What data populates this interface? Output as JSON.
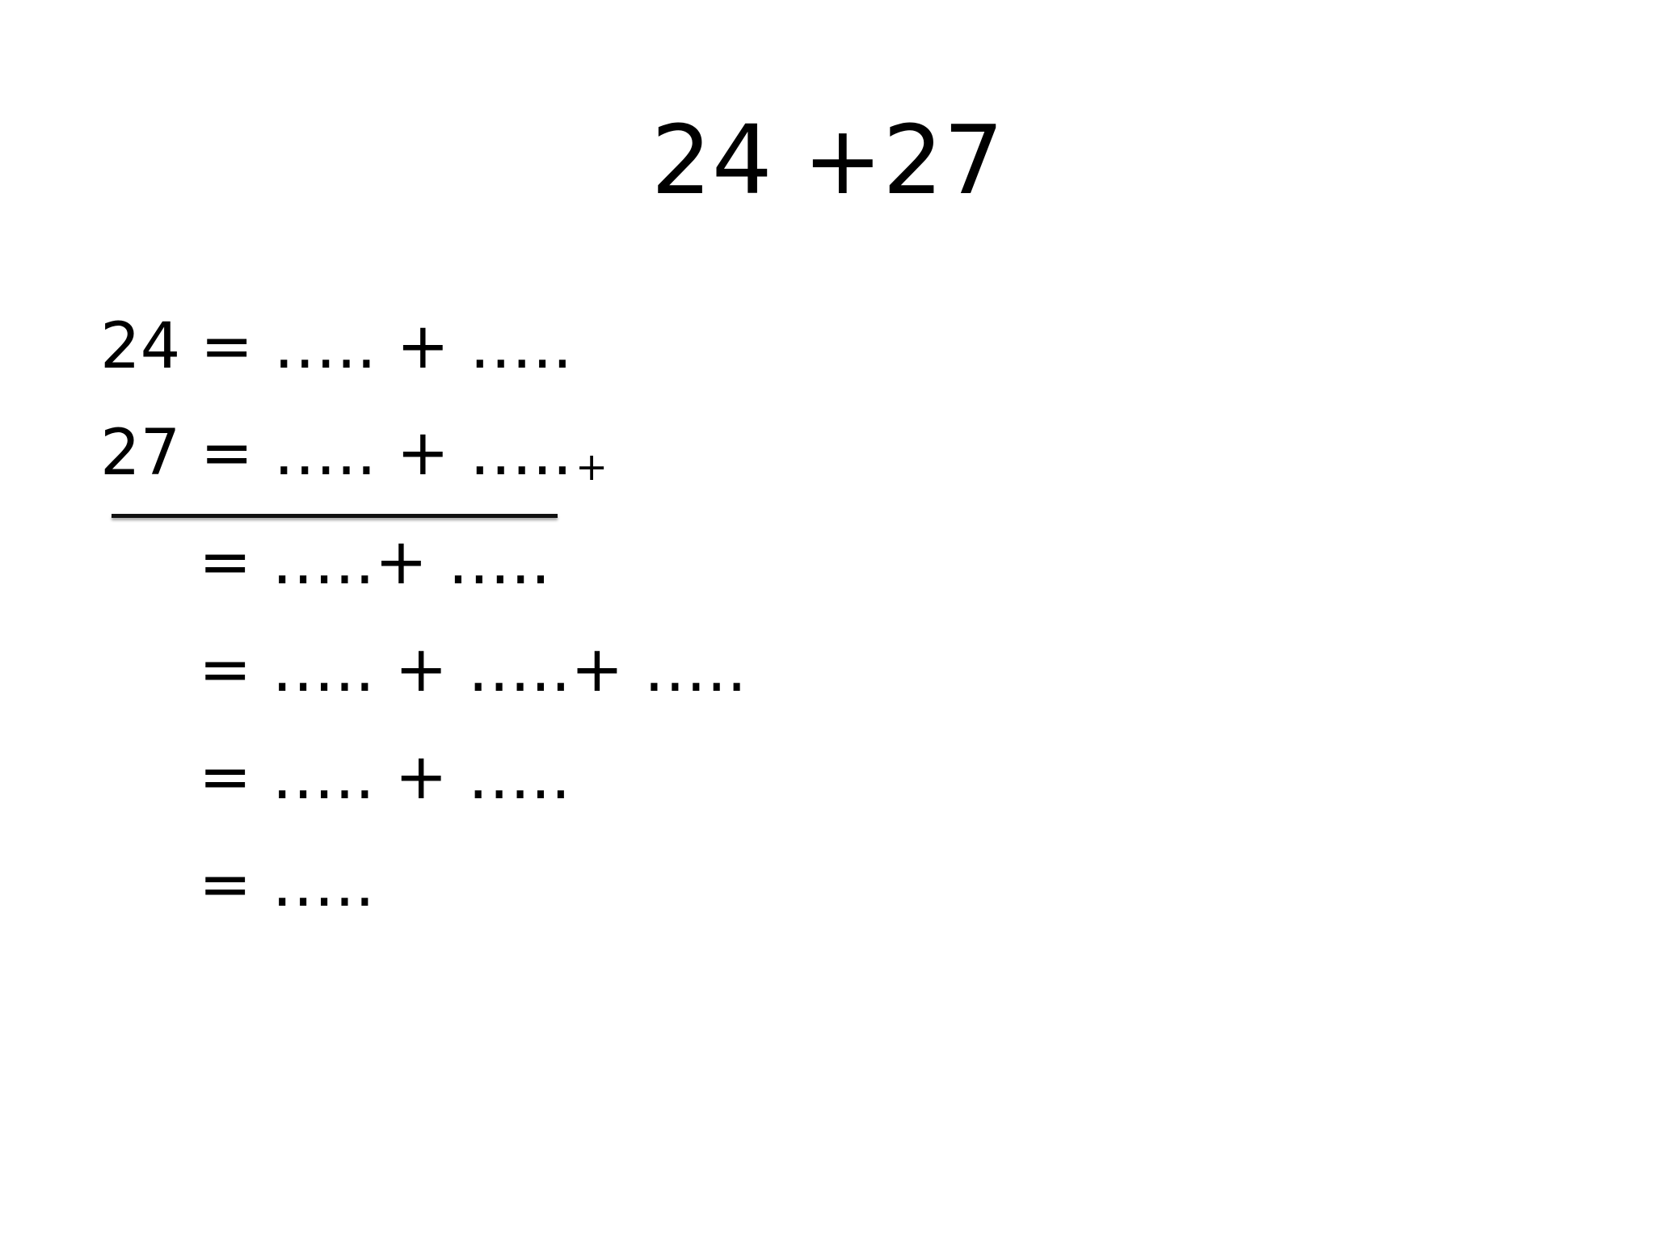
{
  "title": "24 +27",
  "lines": [
    "24 = ….. + …..",
    "27 = ….. + …..",
    "= …..+ …..",
    "= ….. + …..+ …..",
    "= ….. + …..",
    "= ….."
  ],
  "side_operator": "+",
  "colors": {
    "background": "#ffffff",
    "text": "#000000"
  }
}
